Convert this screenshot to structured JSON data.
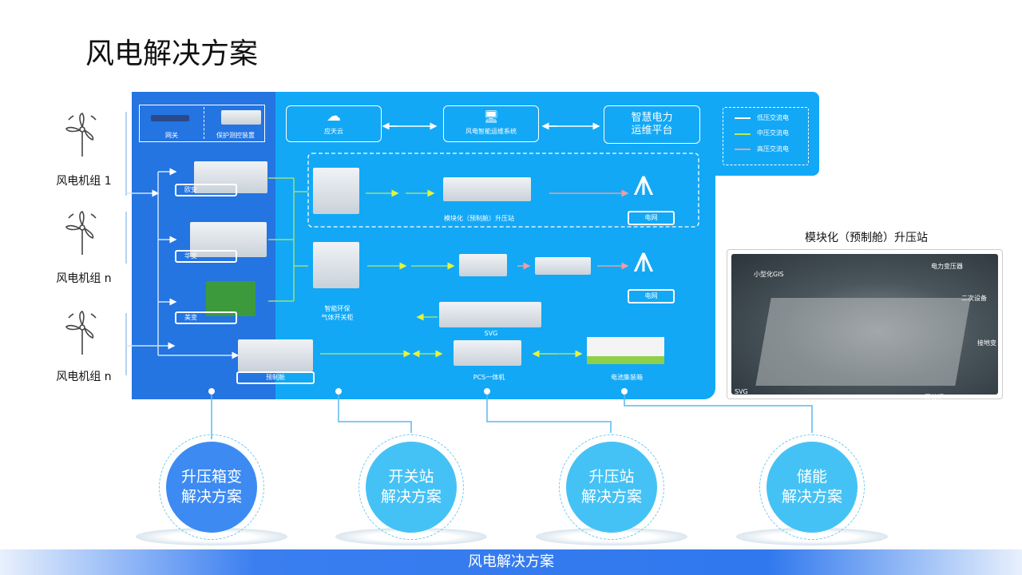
{
  "title": "风电解决方案",
  "turbines": [
    "风电机组 1",
    "风电机组 n",
    "风电机组 n"
  ],
  "gateway": {
    "gateway": "网关",
    "protection": "保护测控装置"
  },
  "top_row": {
    "cloud": "应天云",
    "ops_system": "风电智能运维系统",
    "platform_line1": "智慧电力",
    "platform_line2": "运维平台"
  },
  "legend": [
    {
      "label": "低压交流电",
      "color": "#ffffff"
    },
    {
      "label": "中压交流电",
      "color": "#b6f04a"
    },
    {
      "label": "高压交流电",
      "color": "#e8a0a0"
    }
  ],
  "transformers": [
    "欧变",
    "华变",
    "美变"
  ],
  "prefab": "预制舱",
  "switchgear": [
    "智能环保",
    "气体开关柜"
  ],
  "booster_station": "模块化（预制舱）升压站",
  "grid": [
    "电网",
    "电网"
  ],
  "svg": "SVG",
  "pcs": "PCS一体机",
  "battery": "电池集装箱",
  "photo": {
    "title": "模块化（预制舱）升压站",
    "callouts": [
      "小型化GIS",
      "电力变压器",
      "二次设备",
      "接地变",
      "SVG",
      "开关柜"
    ]
  },
  "solutions": [
    {
      "line1": "升压箱变",
      "line2": "解决方案",
      "color": "#3d8bf2"
    },
    {
      "line1": "开关站",
      "line2": "解决方案",
      "color": "#45c2f5"
    },
    {
      "line1": "升压站",
      "line2": "解决方案",
      "color": "#45c2f5"
    },
    {
      "line1": "储能",
      "line2": "解决方案",
      "color": "#45c2f5"
    }
  ],
  "footer": "风电解决方案"
}
